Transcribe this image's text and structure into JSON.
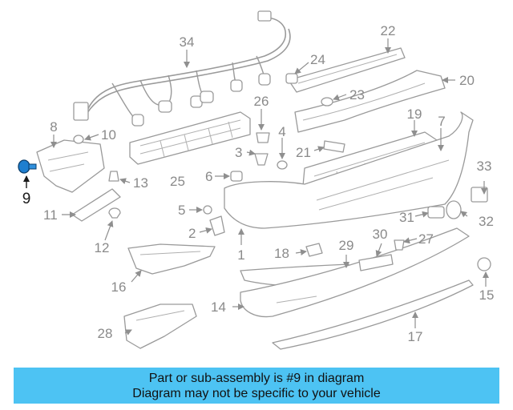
{
  "highlighted_part": "9",
  "callouts": {
    "c1": "1",
    "c2": "2",
    "c3": "3",
    "c4": "4",
    "c5": "5",
    "c6": "6",
    "c7": "7",
    "c8": "8",
    "c9": "9",
    "c10": "10",
    "c11": "11",
    "c12": "12",
    "c13": "13",
    "c14": "14",
    "c15": "15",
    "c16": "16",
    "c17": "17",
    "c18": "18",
    "c19": "19",
    "c20": "20",
    "c21": "21",
    "c22": "22",
    "c23": "23",
    "c24": "24",
    "c25": "25",
    "c26": "26",
    "c27": "27",
    "c28": "28",
    "c29": "29",
    "c30": "30",
    "c31": "31",
    "c32": "32",
    "c33": "33",
    "c34": "34"
  },
  "banner": {
    "line1": "Part or sub-assembly is #9 in diagram",
    "line2": "Diagram may not be specific to your vehicle",
    "color": "#4dc3f3"
  },
  "highlight_color": "#1e7fd0"
}
